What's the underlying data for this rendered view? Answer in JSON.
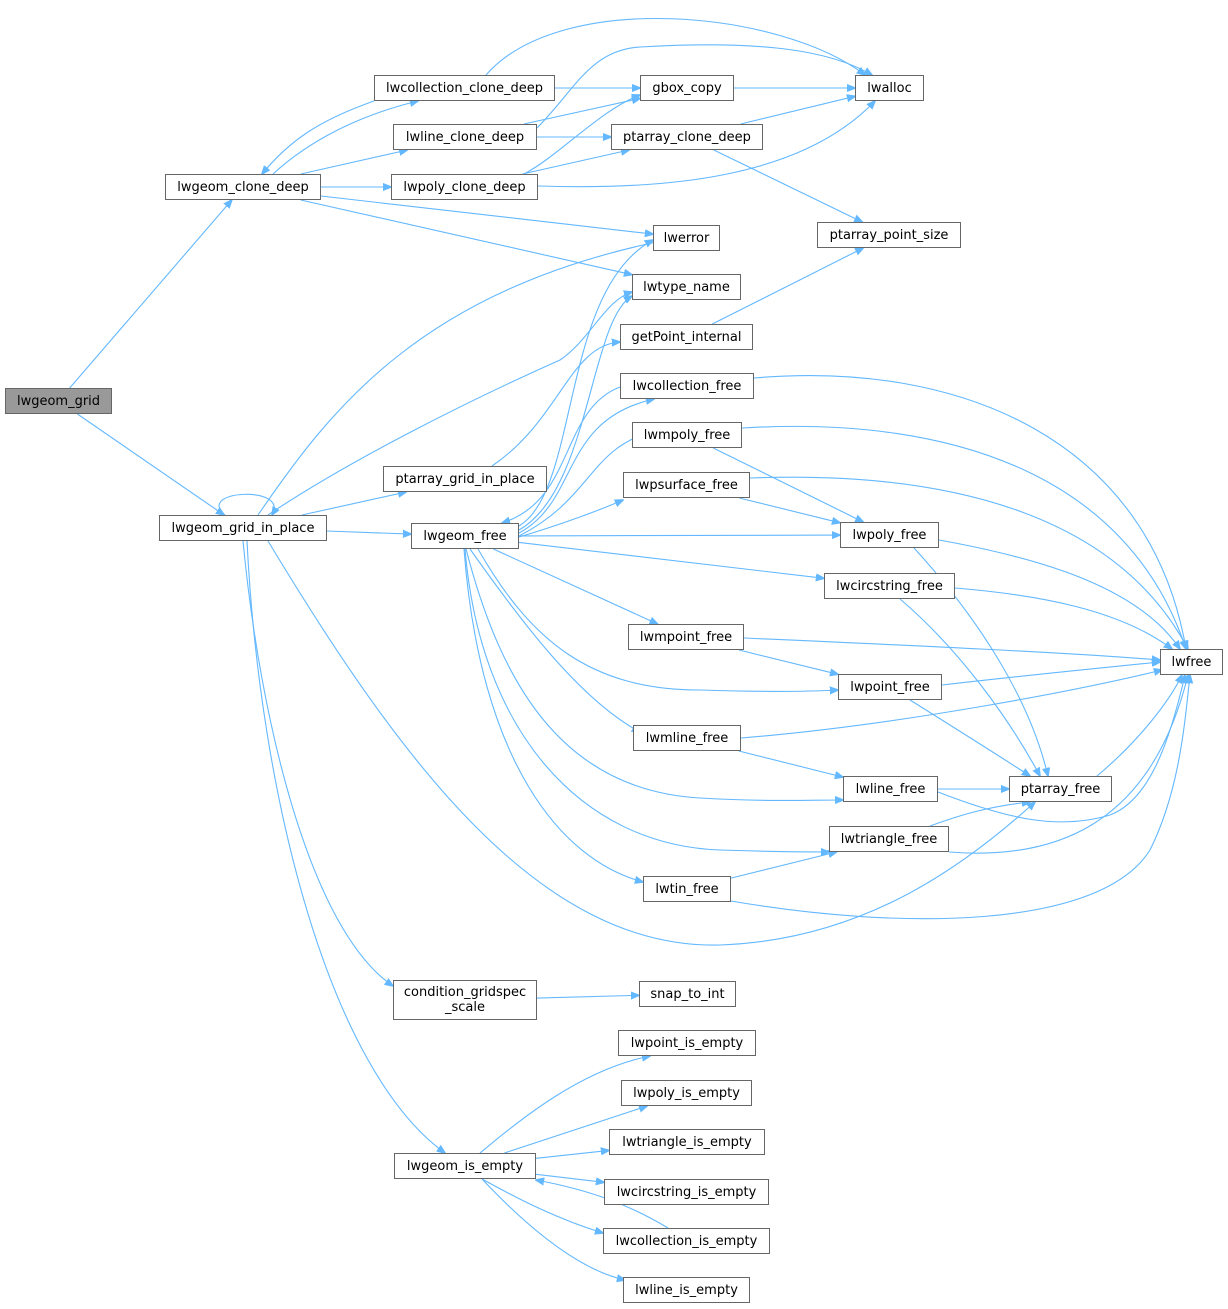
{
  "graph": {
    "edge_color": "#63b8ff",
    "root_fill": "#999999",
    "nodes": [
      {
        "id": "lwgeom_grid",
        "label": "lwgeom_grid",
        "root": true
      },
      {
        "id": "lwgeom_clone_deep",
        "label": "lwgeom_clone_deep"
      },
      {
        "id": "lwgeom_grid_in_place",
        "label": "lwgeom_grid_in_place"
      },
      {
        "id": "lwcollection_clone_deep",
        "label": "lwcollection_clone_deep"
      },
      {
        "id": "lwline_clone_deep",
        "label": "lwline_clone_deep"
      },
      {
        "id": "lwpoly_clone_deep",
        "label": "lwpoly_clone_deep"
      },
      {
        "id": "gbox_copy",
        "label": "gbox_copy"
      },
      {
        "id": "ptarray_clone_deep",
        "label": "ptarray_clone_deep"
      },
      {
        "id": "lwalloc",
        "label": "lwalloc"
      },
      {
        "id": "ptarray_point_size",
        "label": "ptarray_point_size"
      },
      {
        "id": "lwerror",
        "label": "lwerror"
      },
      {
        "id": "lwtype_name",
        "label": "lwtype_name"
      },
      {
        "id": "getPoint_internal",
        "label": "getPoint_internal"
      },
      {
        "id": "ptarray_grid_in_place",
        "label": "ptarray_grid_in_place"
      },
      {
        "id": "lwgeom_free",
        "label": "lwgeom_free"
      },
      {
        "id": "lwcollection_free",
        "label": "lwcollection_free"
      },
      {
        "id": "lwmpoly_free",
        "label": "lwmpoly_free"
      },
      {
        "id": "lwpsurface_free",
        "label": "lwpsurface_free"
      },
      {
        "id": "lwpoly_free",
        "label": "lwpoly_free"
      },
      {
        "id": "lwcircstring_free",
        "label": "lwcircstring_free"
      },
      {
        "id": "lwfree",
        "label": "lwfree"
      },
      {
        "id": "lwmpoint_free",
        "label": "lwmpoint_free"
      },
      {
        "id": "lwpoint_free",
        "label": "lwpoint_free"
      },
      {
        "id": "lwmline_free",
        "label": "lwmline_free"
      },
      {
        "id": "lwline_free",
        "label": "lwline_free"
      },
      {
        "id": "ptarray_free",
        "label": "ptarray_free"
      },
      {
        "id": "lwtriangle_free",
        "label": "lwtriangle_free"
      },
      {
        "id": "lwtin_free",
        "label": "lwtin_free"
      },
      {
        "id": "condition_gridspec_scale",
        "label": "condition_gridspec\n_scale"
      },
      {
        "id": "snap_to_int",
        "label": "snap_to_int"
      },
      {
        "id": "lwgeom_is_empty",
        "label": "lwgeom_is_empty"
      },
      {
        "id": "lwpoint_is_empty",
        "label": "lwpoint_is_empty"
      },
      {
        "id": "lwpoly_is_empty",
        "label": "lwpoly_is_empty"
      },
      {
        "id": "lwtriangle_is_empty",
        "label": "lwtriangle_is_empty"
      },
      {
        "id": "lwcircstring_is_empty",
        "label": "lwcircstring_is_empty"
      },
      {
        "id": "lwcollection_is_empty",
        "label": "lwcollection_is_empty"
      },
      {
        "id": "lwline_is_empty",
        "label": "lwline_is_empty"
      }
    ],
    "edges": [
      [
        "lwgeom_grid",
        "lwgeom_clone_deep"
      ],
      [
        "lwgeom_grid",
        "lwgeom_grid_in_place"
      ],
      [
        "lwgeom_clone_deep",
        "lwcollection_clone_deep"
      ],
      [
        "lwgeom_clone_deep",
        "lwline_clone_deep"
      ],
      [
        "lwgeom_clone_deep",
        "lwpoly_clone_deep"
      ],
      [
        "lwgeom_clone_deep",
        "lwerror"
      ],
      [
        "lwgeom_clone_deep",
        "lwtype_name"
      ],
      [
        "lwcollection_clone_deep",
        "lwgeom_clone_deep"
      ],
      [
        "lwcollection_clone_deep",
        "gbox_copy"
      ],
      [
        "lwcollection_clone_deep",
        "lwalloc"
      ],
      [
        "lwline_clone_deep",
        "gbox_copy"
      ],
      [
        "lwline_clone_deep",
        "ptarray_clone_deep"
      ],
      [
        "lwline_clone_deep",
        "lwalloc"
      ],
      [
        "lwpoly_clone_deep",
        "gbox_copy"
      ],
      [
        "lwpoly_clone_deep",
        "ptarray_clone_deep"
      ],
      [
        "lwpoly_clone_deep",
        "lwalloc"
      ],
      [
        "gbox_copy",
        "lwalloc"
      ],
      [
        "ptarray_clone_deep",
        "lwalloc"
      ],
      [
        "ptarray_clone_deep",
        "ptarray_point_size"
      ],
      [
        "lwgeom_grid_in_place",
        "lwgeom_grid_in_place"
      ],
      [
        "lwgeom_grid_in_place",
        "lwerror"
      ],
      [
        "lwgeom_grid_in_place",
        "lwtype_name"
      ],
      [
        "lwgeom_grid_in_place",
        "ptarray_grid_in_place"
      ],
      [
        "lwgeom_grid_in_place",
        "lwgeom_free"
      ],
      [
        "lwgeom_grid_in_place",
        "ptarray_free"
      ],
      [
        "lwgeom_grid_in_place",
        "condition_gridspec_scale"
      ],
      [
        "lwgeom_grid_in_place",
        "lwgeom_is_empty"
      ],
      [
        "ptarray_grid_in_place",
        "getPoint_internal"
      ],
      [
        "getPoint_internal",
        "ptarray_point_size"
      ],
      [
        "lwgeom_free",
        "lwerror"
      ],
      [
        "lwgeom_free",
        "lwtype_name"
      ],
      [
        "lwgeom_free",
        "lwcollection_free"
      ],
      [
        "lwgeom_free",
        "lwmpoly_free"
      ],
      [
        "lwgeom_free",
        "lwpsurface_free"
      ],
      [
        "lwgeom_free",
        "lwpoly_free"
      ],
      [
        "lwgeom_free",
        "lwcircstring_free"
      ],
      [
        "lwgeom_free",
        "lwmpoint_free"
      ],
      [
        "lwgeom_free",
        "lwpoint_free"
      ],
      [
        "lwgeom_free",
        "lwmline_free"
      ],
      [
        "lwgeom_free",
        "lwline_free"
      ],
      [
        "lwgeom_free",
        "lwtriangle_free"
      ],
      [
        "lwgeom_free",
        "lwtin_free"
      ],
      [
        "lwcollection_free",
        "lwgeom_free"
      ],
      [
        "lwcollection_free",
        "lwfree"
      ],
      [
        "lwmpoly_free",
        "lwpoly_free"
      ],
      [
        "lwmpoly_free",
        "lwfree"
      ],
      [
        "lwpsurface_free",
        "lwpoly_free"
      ],
      [
        "lwpsurface_free",
        "lwfree"
      ],
      [
        "lwpoly_free",
        "ptarray_free"
      ],
      [
        "lwpoly_free",
        "lwfree"
      ],
      [
        "lwcircstring_free",
        "ptarray_free"
      ],
      [
        "lwcircstring_free",
        "lwfree"
      ],
      [
        "lwmpoint_free",
        "lwpoint_free"
      ],
      [
        "lwmpoint_free",
        "lwfree"
      ],
      [
        "lwpoint_free",
        "ptarray_free"
      ],
      [
        "lwpoint_free",
        "lwfree"
      ],
      [
        "lwmline_free",
        "lwline_free"
      ],
      [
        "lwmline_free",
        "lwfree"
      ],
      [
        "lwline_free",
        "ptarray_free"
      ],
      [
        "lwline_free",
        "lwfree"
      ],
      [
        "ptarray_free",
        "lwfree"
      ],
      [
        "lwtriangle_free",
        "ptarray_free"
      ],
      [
        "lwtriangle_free",
        "lwfree"
      ],
      [
        "lwtin_free",
        "lwtriangle_free"
      ],
      [
        "lwtin_free",
        "lwfree"
      ],
      [
        "condition_gridspec_scale",
        "snap_to_int"
      ],
      [
        "lwgeom_is_empty",
        "lwpoint_is_empty"
      ],
      [
        "lwgeom_is_empty",
        "lwpoly_is_empty"
      ],
      [
        "lwgeom_is_empty",
        "lwtriangle_is_empty"
      ],
      [
        "lwgeom_is_empty",
        "lwcircstring_is_empty"
      ],
      [
        "lwgeom_is_empty",
        "lwcollection_is_empty"
      ],
      [
        "lwgeom_is_empty",
        "lwline_is_empty"
      ],
      [
        "lwcollection_is_empty",
        "lwgeom_is_empty"
      ]
    ]
  }
}
